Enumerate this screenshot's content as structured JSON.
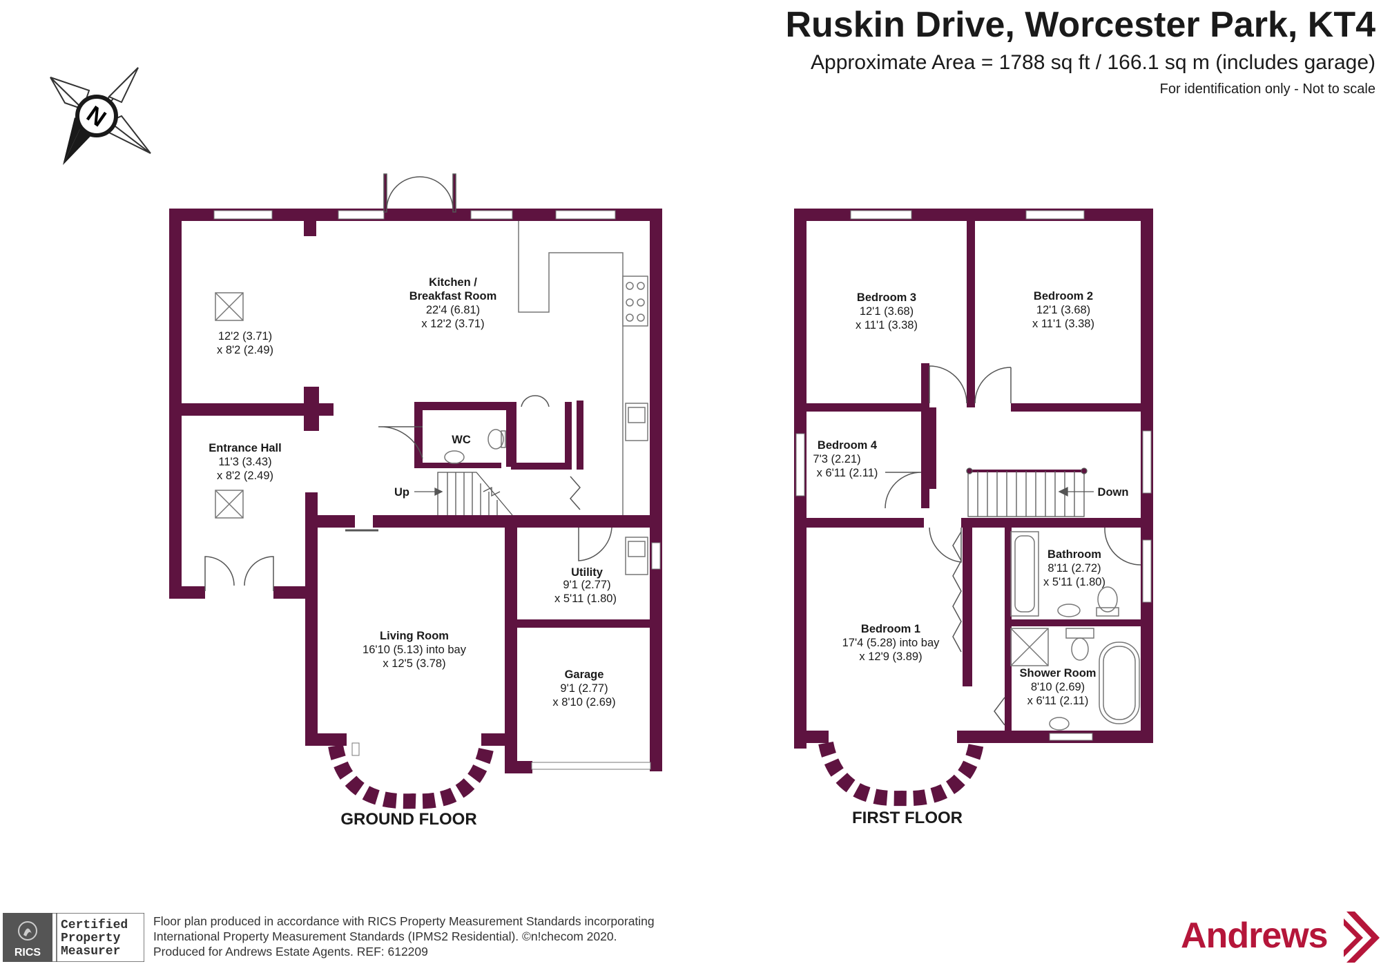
{
  "header": {
    "title": "Ruskin Drive, Worcester Park, KT4",
    "area": "Approximate Area = 1788 sq ft / 166.1 sq m (includes garage)",
    "note": "For identification only - Not to scale"
  },
  "compass": {
    "label": "N"
  },
  "colors": {
    "wall": "#5e1340",
    "fixture": "#555555",
    "brand": "#b5163a",
    "window": "#ffffff"
  },
  "ground_floor": {
    "label": "GROUND FLOOR",
    "up_label": "Up",
    "rooms": {
      "dining": {
        "dim1": "12'2 (3.71)",
        "dim2": "x 8'2 (2.49)"
      },
      "kitchen": {
        "name1": "Kitchen /",
        "name2": "Breakfast Room",
        "dim1": "22'4 (6.81)",
        "dim2": "x 12'2 (3.71)"
      },
      "entrance": {
        "name": "Entrance Hall",
        "dim1": "11'3 (3.43)",
        "dim2": "x 8'2 (2.49)"
      },
      "wc": {
        "name": "WC"
      },
      "utility": {
        "name": "Utility",
        "dim1": "9'1 (2.77)",
        "dim2": "x 5'11 (1.80)"
      },
      "living": {
        "name": "Living Room",
        "dim1": "16'10 (5.13) into bay",
        "dim2": "x 12'5 (3.78)"
      },
      "garage": {
        "name": "Garage",
        "dim1": "9'1 (2.77)",
        "dim2": "x 8'10 (2.69)"
      }
    }
  },
  "first_floor": {
    "label": "FIRST FLOOR",
    "down_label": "Down",
    "rooms": {
      "bed3": {
        "name": "Bedroom 3",
        "dim1": "12'1 (3.68)",
        "dim2": "x 11'1 (3.38)"
      },
      "bed2": {
        "name": "Bedroom 2",
        "dim1": "12'1 (3.68)",
        "dim2": "x 11'1 (3.38)"
      },
      "bed4": {
        "name": "Bedroom 4",
        "dim1": "7'3 (2.21)",
        "dim2": "x 6'11 (2.11)"
      },
      "bath": {
        "name": "Bathroom",
        "dim1": "8'11 (2.72)",
        "dim2": "x 5'11 (1.80)"
      },
      "bed1": {
        "name": "Bedroom 1",
        "dim1": "17'4 (5.28) into bay",
        "dim2": "x 12'9 (3.89)"
      },
      "shower": {
        "name": "Shower Room",
        "dim1": "8'10 (2.69)",
        "dim2": "x 6'11 (2.11)"
      }
    }
  },
  "footer": {
    "line1": "Floor plan produced in accordance with RICS Property Measurement Standards incorporating",
    "line2": "International Property Measurement Standards (IPMS2 Residential).   ©n!checom 2020.",
    "line3": "Produced for Andrews Estate Agents.   REF:   612209",
    "rics_badge": [
      "Certified",
      "Property",
      "Measurer"
    ],
    "rics_abbr": "RICS",
    "brand": "Andrews"
  }
}
